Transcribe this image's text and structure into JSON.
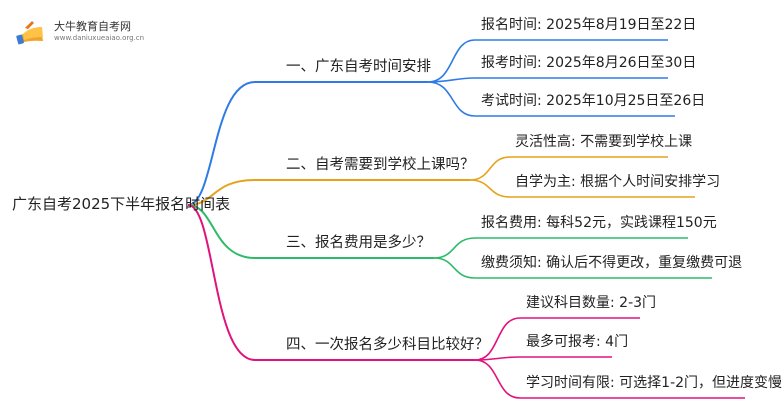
{
  "logo": {
    "title": "大牛教育自考网",
    "url": "www.daniuxueaiao.org.cn"
  },
  "mindmap": {
    "root": "广东自考2025下半年报名时间表",
    "branches": [
      {
        "label": "一、广东自考时间安排",
        "color": "#2f7be6",
        "leaves": [
          "报名时间: 2025年8月19日至22日",
          "报考时间: 2025年8月26日至30日",
          "考试时间: 2025年10月25日至26日"
        ]
      },
      {
        "label": "二、自考需要到学校上课吗？",
        "color": "#e6a21b",
        "leaves": [
          "灵活性高: 不需要到学校上课",
          "自学为主: 根据个人时间安排学习"
        ]
      },
      {
        "label": "三、报名费用是多少？",
        "color": "#2dbb6a",
        "leaves": [
          "报名费用: 每科52元，实践课程150元",
          "缴费须知: 确认后不得更改，重复缴费可退"
        ]
      },
      {
        "label": "四、一次报名多少科目比较好？",
        "color": "#e0127e",
        "leaves": [
          "建议科目数量: 2-3门",
          "最多可报考: 4门",
          "学习时间有限: 可选择1-2门，但进度变慢"
        ]
      }
    ]
  }
}
